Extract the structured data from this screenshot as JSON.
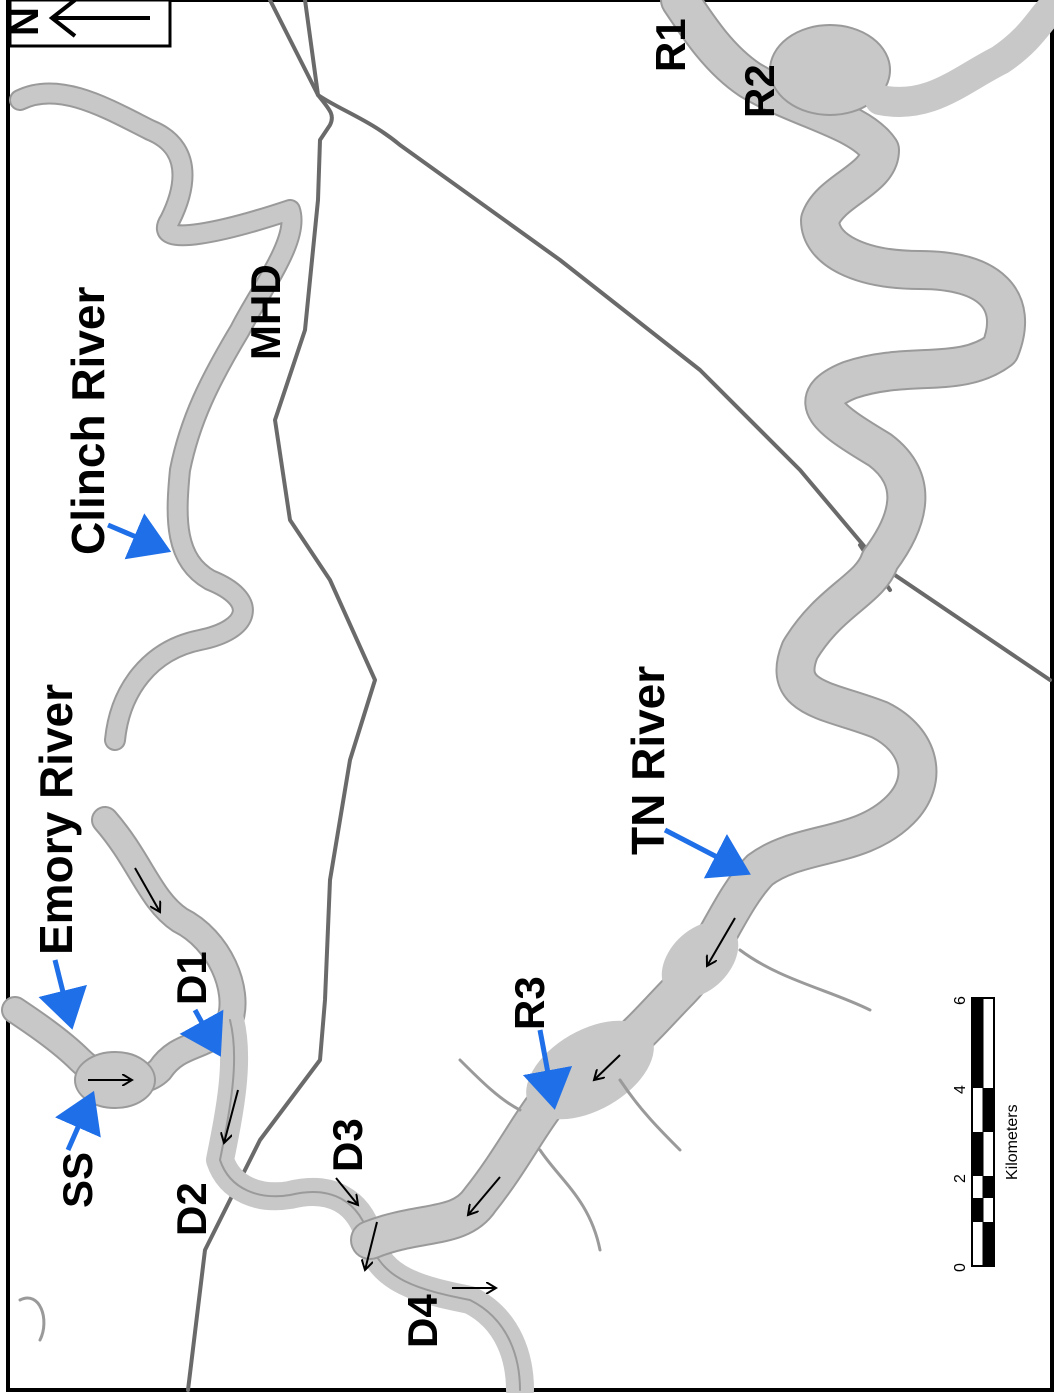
{
  "map": {
    "north_label": "N",
    "labels": {
      "emory_river": "Emory River",
      "clinch_river": "Clinch River",
      "tn_river": "TN River",
      "mhd": "MHD",
      "ss": "SS",
      "d1": "D1",
      "d2": "D2",
      "d3": "D3",
      "d4": "D4",
      "r1": "R1",
      "r2": "R2",
      "r3": "R3"
    },
    "scale_bar": {
      "unit_label": "Kilometers",
      "ticks": [
        "0",
        "2",
        "4",
        "6"
      ]
    },
    "colors": {
      "water": "#c8c8c8",
      "road": "#6a6a6a",
      "pointer_arrow": "#1f6fe8",
      "flow_arrow": "#000000"
    }
  }
}
